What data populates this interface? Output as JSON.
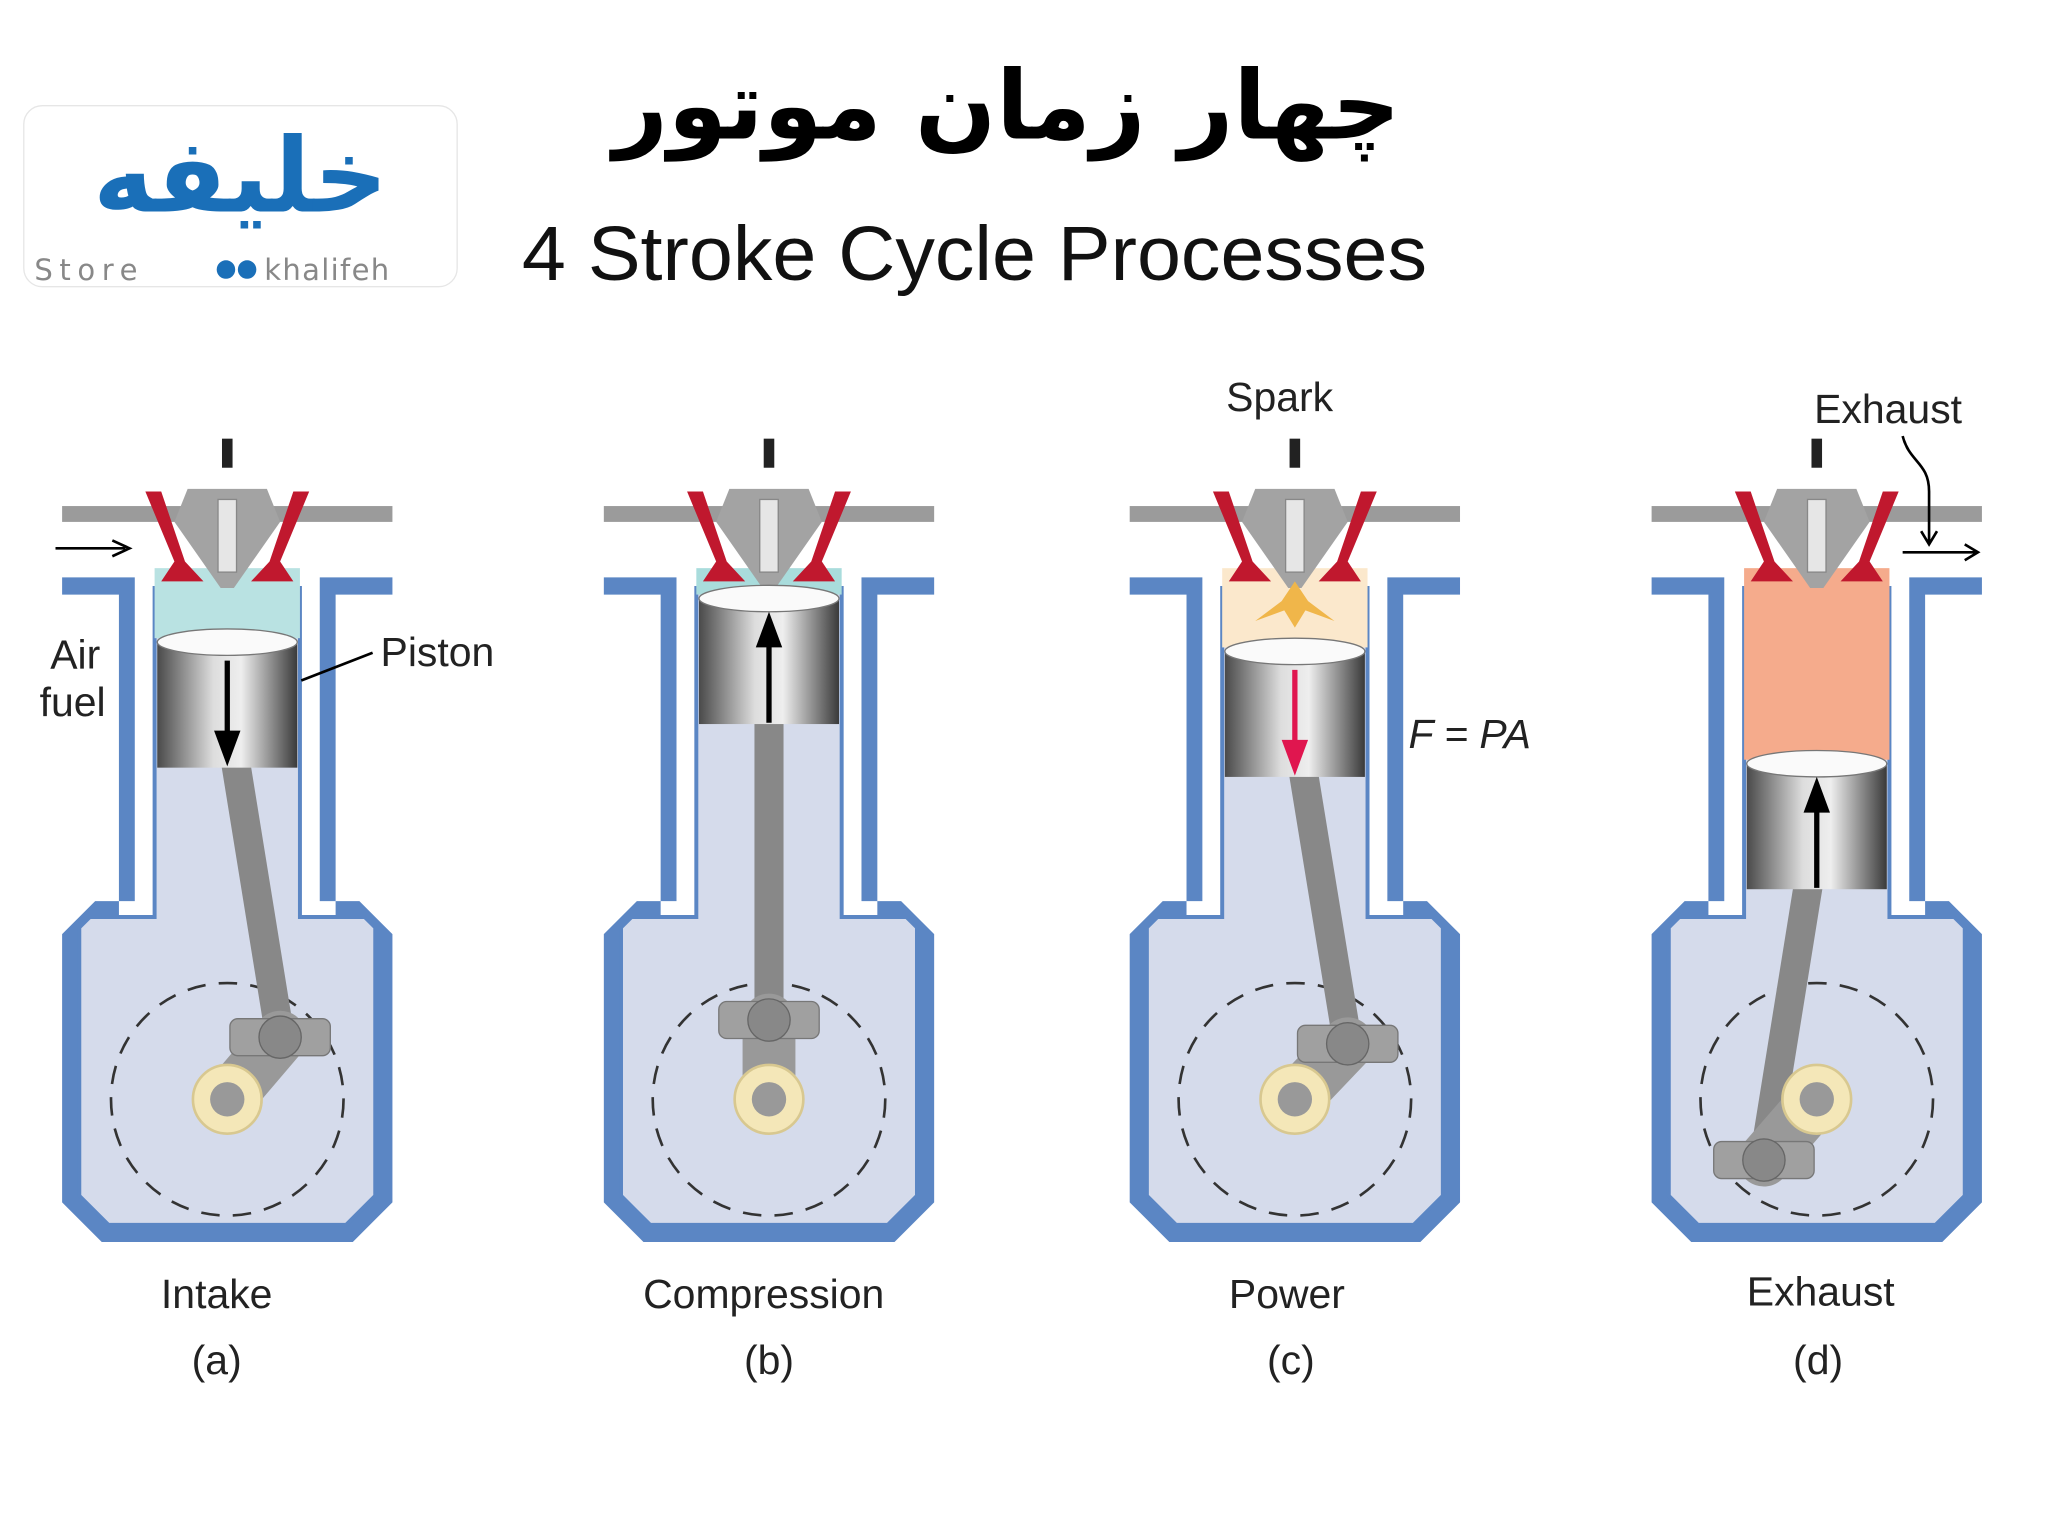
{
  "logo": {
    "arabic": "خلیفه",
    "latin_left": "Store",
    "latin_right": "khalifeh",
    "color": "#1a6fb8"
  },
  "title_fa": "چهار زمان موتور",
  "title_en": "4 Stroke Cycle Processes",
  "annotations": {
    "air": "Air",
    "fuel": "fuel",
    "piston": "Piston",
    "spark": "Spark",
    "exhaust_top": "Exhaust",
    "force": "F = PA"
  },
  "strokes": [
    {
      "name": "Intake",
      "letter": "(a)",
      "chamber_color": "#b9e2e2",
      "piston_direction": "down"
    },
    {
      "name": "Compression",
      "letter": "(b)",
      "chamber_color": "#a9dcdc",
      "piston_direction": "up"
    },
    {
      "name": "Power",
      "letter": "(c)",
      "chamber_color": "#fbe8cc",
      "piston_direction": "down"
    },
    {
      "name": "Exhaust",
      "letter": "(d)",
      "chamber_color": "#f5ab8c",
      "piston_direction": "up"
    }
  ],
  "colors": {
    "wall": "#5b86c4",
    "interior": "#d5dbeb",
    "valve": "#c0182e",
    "metal": "#9a9a9a",
    "bearing": "#f4e7b8",
    "power_arrow": "#e0164f"
  }
}
